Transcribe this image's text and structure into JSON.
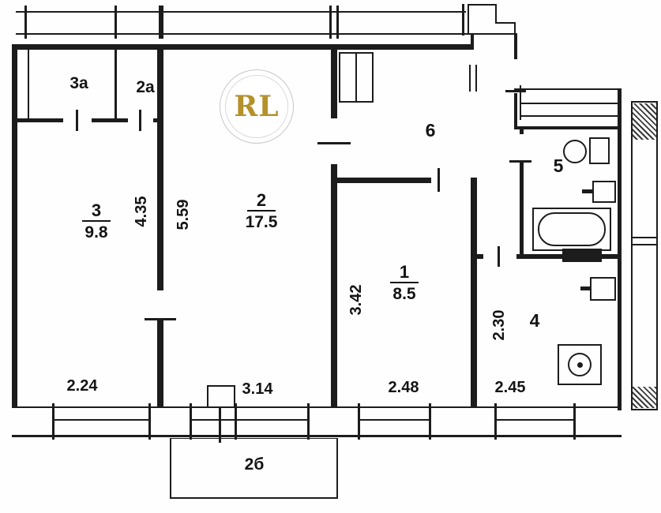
{
  "plan": {
    "title": "apartment-floor-plan",
    "logo": {
      "text": "RL",
      "gold": "#b5912b"
    },
    "colors": {
      "ink": "#1c1c1c",
      "paper": "#fefefe"
    },
    "rooms": {
      "room3a": {
        "label": "3а"
      },
      "room2a": {
        "label": "2а"
      },
      "room3": {
        "number": "3",
        "area": "9.8"
      },
      "room2": {
        "number": "2",
        "area": "17.5"
      },
      "room1": {
        "number": "1",
        "area": "8.5"
      },
      "room6": {
        "number": "6"
      },
      "room5": {
        "number": "5"
      },
      "room4": {
        "number": "4"
      },
      "balcony": {
        "label": "2б"
      }
    },
    "dims": {
      "room3_width": "2.24",
      "room3_depth": "4.35",
      "room2_width": "3.14",
      "room2_depth": "5.59",
      "room1_width": "2.48",
      "room1_depth": "3.42",
      "kitchen_width": "2.45",
      "kitchen_depth": "2.30"
    }
  }
}
